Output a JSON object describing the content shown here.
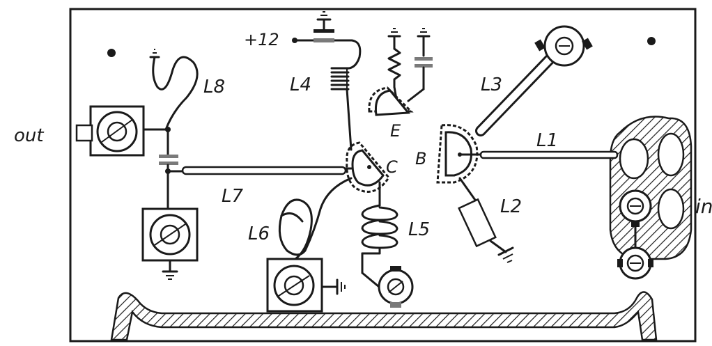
{
  "labels": {
    "out": "out",
    "in": "in",
    "supply": "+12",
    "l1": "L1",
    "l2": "L2",
    "l3": "L3",
    "l4": "L4",
    "l5": "L5",
    "l6": "L6",
    "l7": "L7",
    "l8": "L8",
    "b": "B",
    "c": "C",
    "e": "E"
  },
  "colors": {
    "ink": "#1a1a1a",
    "capacitor": "#7a7a7a",
    "paper": "#ffffff"
  }
}
